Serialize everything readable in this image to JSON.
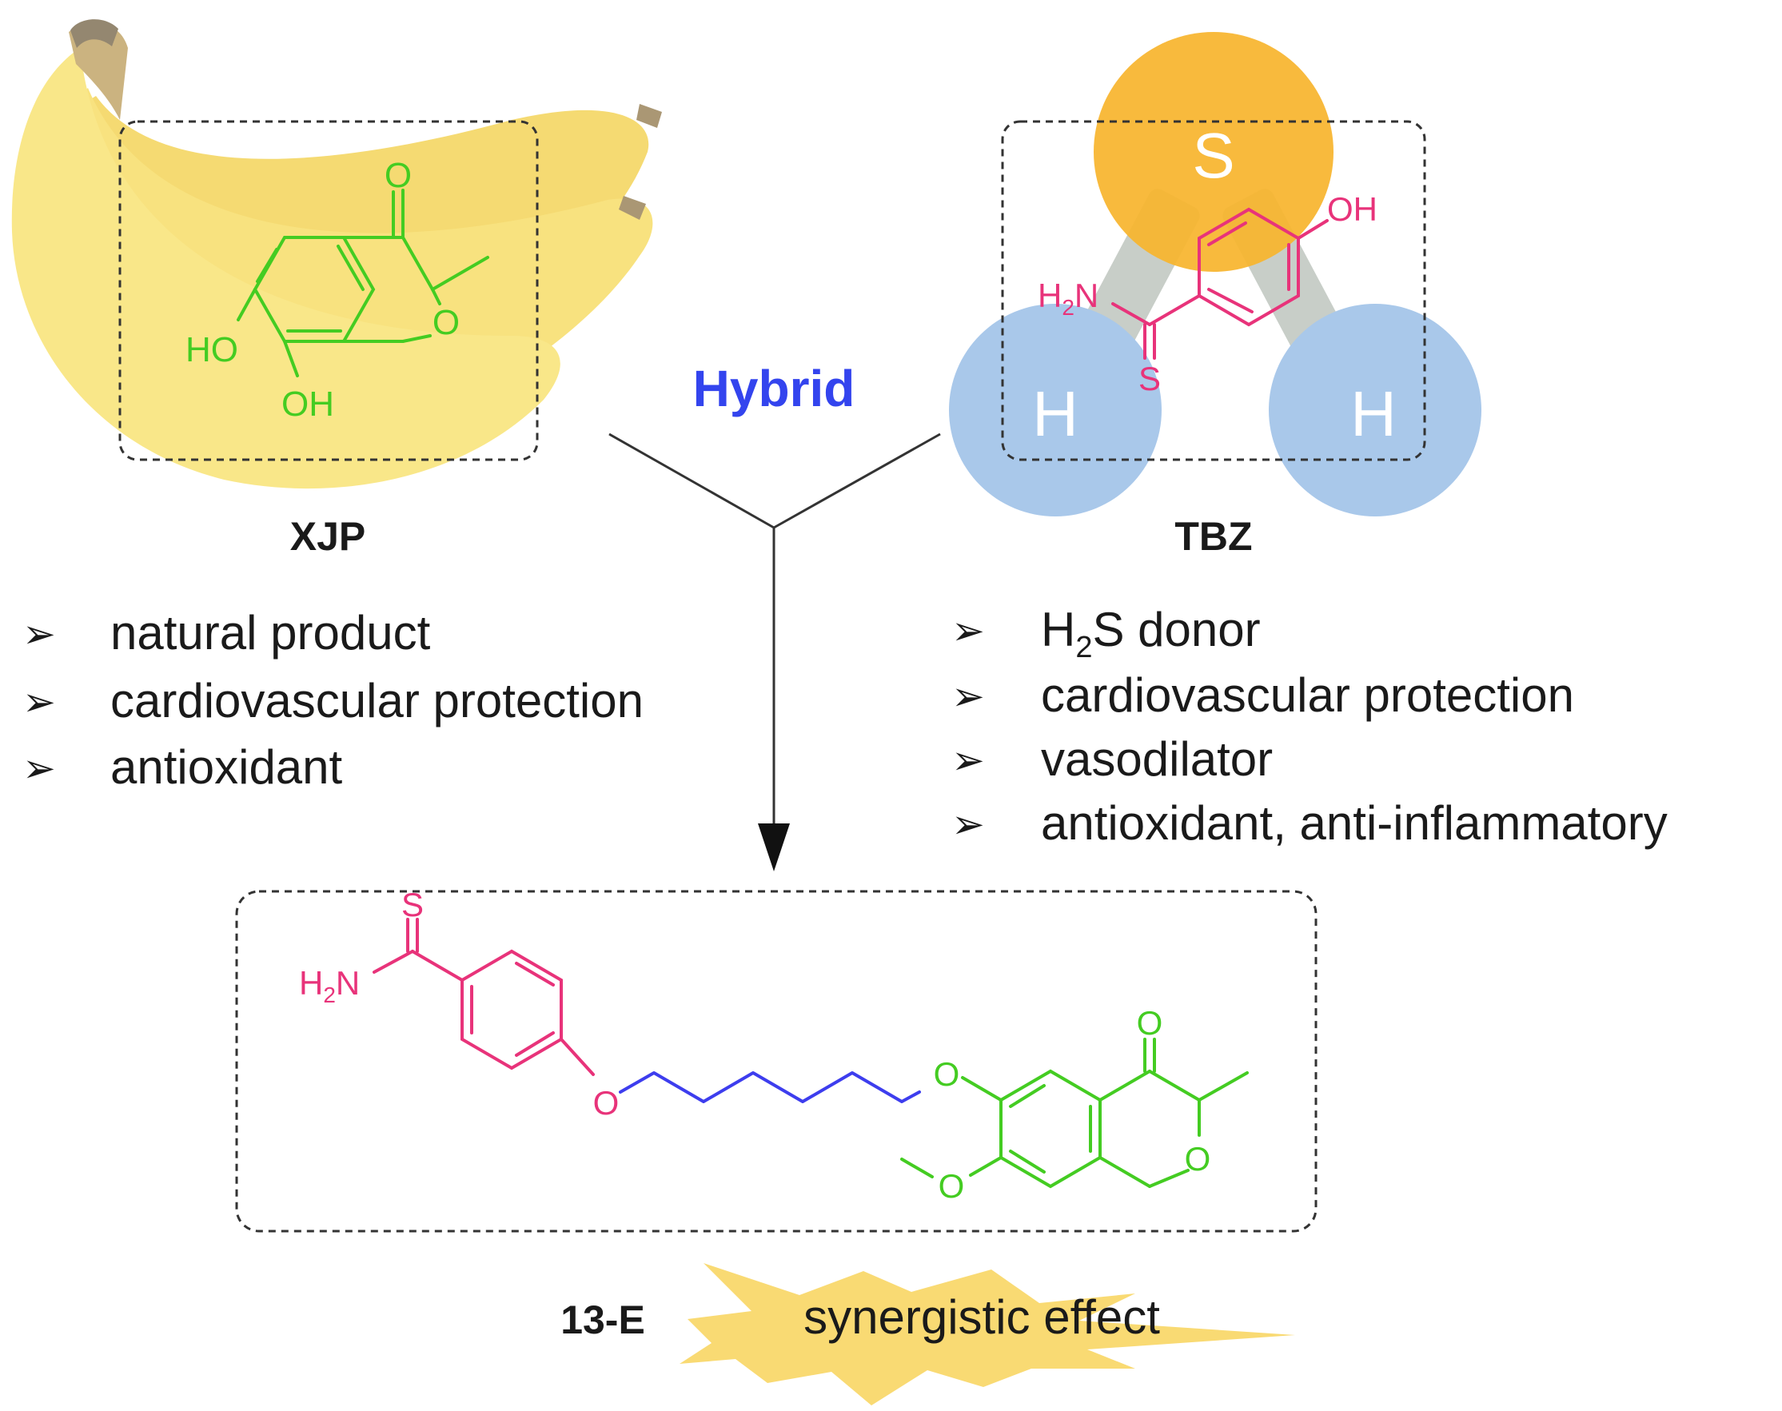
{
  "colors": {
    "xjp_green": "#44cc22",
    "tbz_pink": "#e8337a",
    "linker_blue": "#3d3dee",
    "hybrid_blue": "#3344ee",
    "sulfur_orange": "#f7b52e",
    "hydrogen_blue": "#a9c8ea",
    "burst_yellow": "#f8d35a",
    "banana_yellow": "#f5d64a",
    "text": "#1a1a1a"
  },
  "xjp": {
    "name": "XJP",
    "illustration": "banana-bunch",
    "structure_labels": {
      "carbonyl_o": "O",
      "ring_o": "O",
      "ho": "HO",
      "oh": "OH"
    },
    "bullets": [
      "natural product",
      "cardiovascular protection",
      "antioxidant"
    ]
  },
  "tbz": {
    "name": "TBZ",
    "model_atoms": {
      "sulfur": "S",
      "hydrogen_left": "H",
      "hydrogen_right": "H"
    },
    "structure_labels": {
      "oh": "OH",
      "h2n_h": "H",
      "h2n_sub": "2",
      "h2n_n": "N",
      "thio_s": "S"
    },
    "bullets": [
      {
        "prefix": "H",
        "sub": "2",
        "suffix": "S donor"
      },
      {
        "text": "cardiovascular protection"
      },
      {
        "text": "vasodilator"
      },
      {
        "text": "antioxidant, anti-inflammatory"
      }
    ]
  },
  "hybrid": {
    "label": "Hybrid"
  },
  "product": {
    "name": "13-E",
    "effect": "synergistic effect",
    "structure_labels": {
      "thio_s": "S",
      "h2n_h": "H",
      "h2n_sub": "2",
      "h2n_n": "N",
      "o_pink": "O",
      "o_green": "O",
      "carbonyl_o": "O",
      "ring_o": "O",
      "methoxy_o": "O"
    }
  },
  "bullet_glyph": "➢"
}
